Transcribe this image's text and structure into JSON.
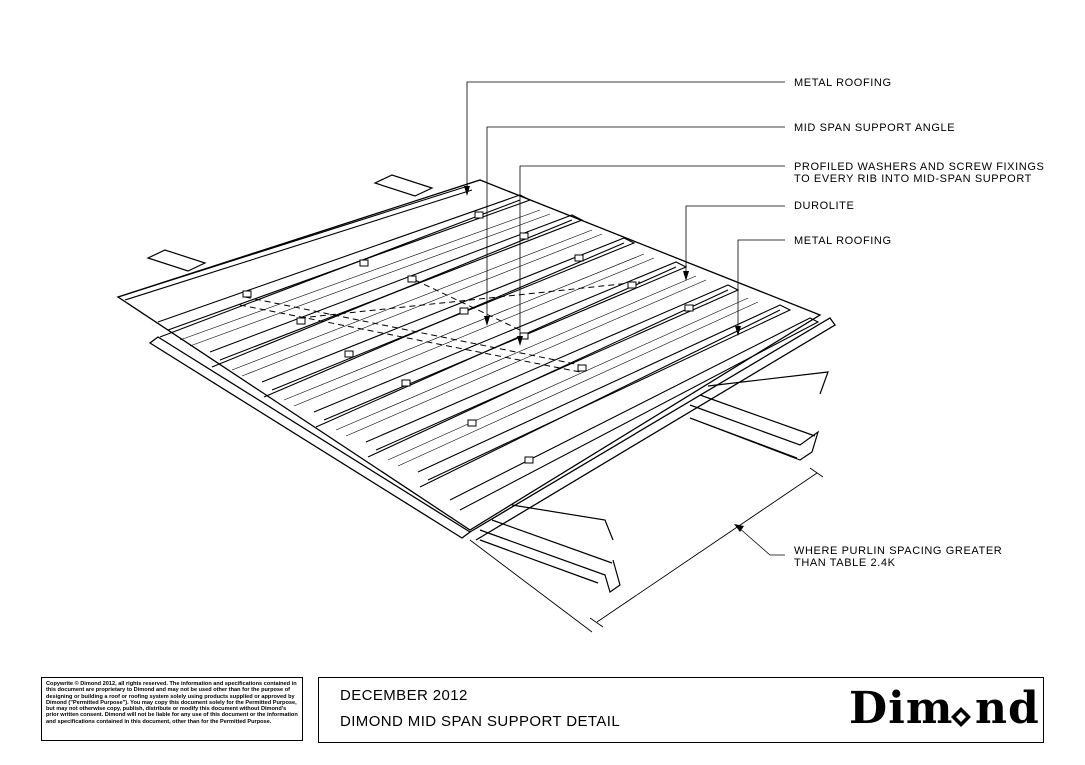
{
  "callouts": {
    "metal_roofing_top": "METAL ROOFING",
    "mid_span_support_angle": "MID SPAN SUPPORT ANGLE",
    "profiled_washers": "PROFILED WASHERS AND SCREW FIXINGS\nTO EVERY RIB INTO MID-SPAN SUPPORT",
    "durolite": "DUROLITE",
    "metal_roofing_bottom": "METAL ROOFING",
    "purlin_spacing": "WHERE PURLIN SPACING GREATER\nTHAN TABLE 2.4K"
  },
  "copyright": "Copywrite © Dimond 2012, all rights reserved. The information and specifications contained in this document are proprietary to Dimond and may not be used other than for the purpose of designing or building a roof or roofing system solely using products supplied or approved by Dimond (\"Permitted Purpose\"). You may copy this document solely for the Permitted Purpose, but may not otherwise copy, publish, distribute or modify this document without Dimond's prior written consent. Dimond will not be liable for any use of this document or the information and specifications contained in this document, other than for the Permitted Purpose.",
  "title_block": {
    "date": "DECEMBER 2012",
    "title": "DIMOND MID SPAN SUPPORT DETAIL"
  },
  "logo": {
    "left": "Dim",
    "right": "nd"
  }
}
